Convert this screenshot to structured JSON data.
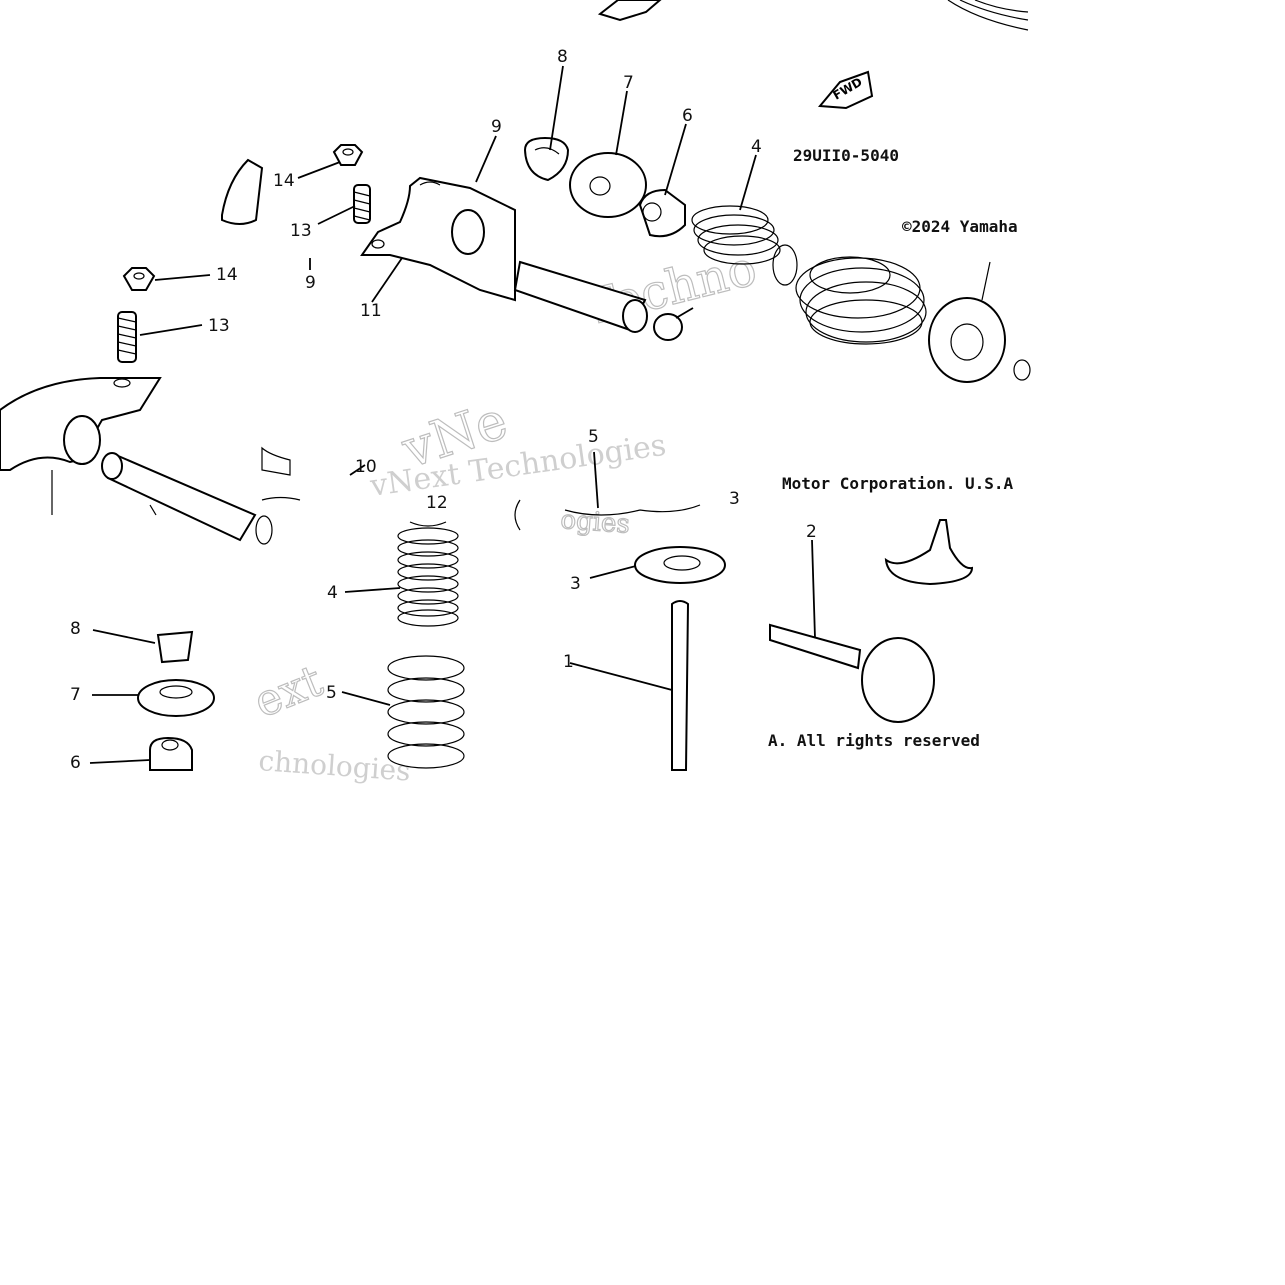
{
  "diagram": {
    "part_code": "29UII0-5040",
    "copyright_top": "©2024 Yamaha",
    "copyright_mid": "Motor Corporation. U.S.A",
    "copyright_bottom": "A. All rights reserved",
    "fwd_label": "FWD",
    "watermark_a": "vNext Technologies",
    "watermark_b": "vNe",
    "watermark_c": "Techno",
    "watermark_d": "ext",
    "watermark_e": "chnologies",
    "watermark_f": "ogies",
    "callouts": {
      "c1": "1",
      "c2": "2",
      "c3a": "3",
      "c3b": "3",
      "c4a": "4",
      "c4b": "4",
      "c5a": "5",
      "c5b": "5",
      "c6a": "6",
      "c6b": "6",
      "c7a": "7",
      "c7b": "7",
      "c8a": "8",
      "c8b": "8",
      "c9a": "9",
      "c9b": "9",
      "c10": "10",
      "c11": "11",
      "c12": "12",
      "c13a": "13",
      "c13b": "13",
      "c14a": "14",
      "c14b": "14"
    }
  }
}
